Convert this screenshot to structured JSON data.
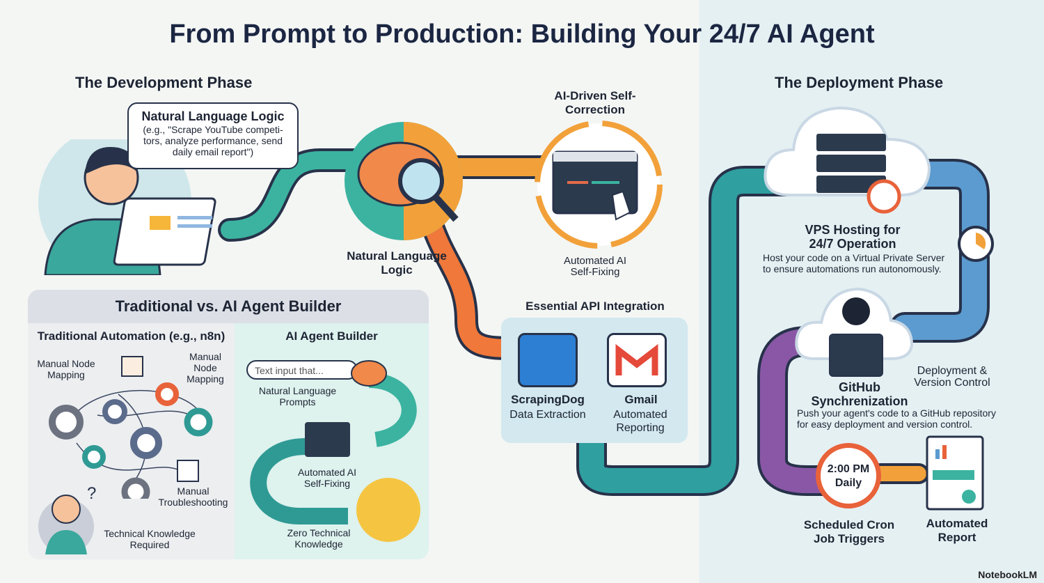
{
  "title": "From Prompt to Production: Building Your 24/7 AI Agent",
  "development": {
    "heading": "The Development Phase",
    "bubble_title": "Natural Language Logic",
    "bubble_body": "(e.g., \"Scrape YouTube competi-tors, analyze performance, send daily email report\")",
    "brain_label": "Natural Language Logic",
    "self_correction_title": "AI-Driven Self-Correction",
    "self_fixing_label": "Automated AI Self-Fixing"
  },
  "api": {
    "heading": "Essential API Integration",
    "items": [
      {
        "name": "ScrapingDog",
        "desc": "Data Extraction"
      },
      {
        "name": "Gmail",
        "desc": "Automated Reporting"
      }
    ]
  },
  "comparison": {
    "title": "Traditional vs. AI Agent Builder",
    "traditional": {
      "heading": "Traditional Automation (e.g., n8n)",
      "label_left": "Manual Node Mapping",
      "label_right": "Manual Node Mapping",
      "label_trouble": "Manual Troubleshooting",
      "label_knowledge": "Technical Knowledge Required"
    },
    "ai": {
      "heading": "AI Agent Builder",
      "input_placeholder": "Text input that...",
      "label_prompts": "Natural Language Prompts",
      "label_fixing": "Automated AI Self-Fixing",
      "label_knowledge": "Zero Technical Knowledge"
    }
  },
  "deployment": {
    "heading": "The Deployment Phase",
    "vps_title": "VPS Hosting for 24/7 Operation",
    "vps_desc": "Host your code on a Virtual Private Server to ensure automations run autonomously.",
    "deploy_label": "Deployment & Version Control",
    "github_title": "GitHub Synchrenization",
    "github_desc": "Push your agent's code to a GitHub repository for easy deployment and version control.",
    "clock_time": "2:00 PM",
    "clock_freq": "Daily",
    "cron_label": "Scheduled Cron Job Triggers",
    "report_label": "Automated Report"
  },
  "footer": "NotebookLM",
  "colors": {
    "navy": "#1b2642",
    "teal": "#2fa39a",
    "orange": "#f07a3a",
    "purple": "#8a57a6",
    "blue": "#5b9bd0"
  }
}
